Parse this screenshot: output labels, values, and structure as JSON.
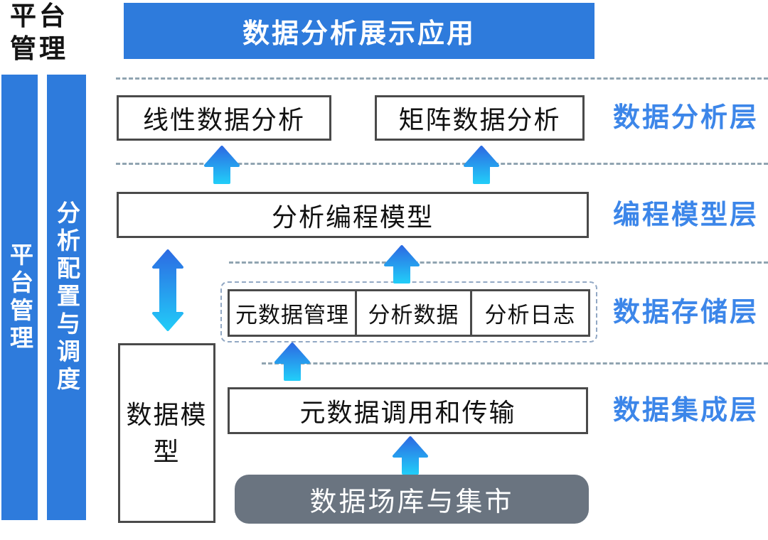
{
  "corner_label": "平台管理",
  "banner_title": "数据分析展示应用",
  "sidebar": {
    "platform_bar": "平台管理",
    "config_bar": "分析配置与调度"
  },
  "layers": {
    "analysis": {
      "label": "数据分析层",
      "box_linear": "线性数据分析",
      "box_matrix": "矩阵数据分析"
    },
    "programming": {
      "label": "编程模型层",
      "box": "分析编程模型"
    },
    "storage": {
      "label": "数据存储层",
      "cells": [
        "元数据管理",
        "分析数据",
        "分析日志"
      ]
    },
    "integration": {
      "label": "数据集成层",
      "box": "元数据调用和传输"
    }
  },
  "side_box": "数据模型",
  "source_box": "数据场库与集市",
  "icons": {
    "up_arrow": "up-arrow",
    "double_arrow": "double-headed-vertical-arrow"
  },
  "colors": {
    "primary_blue": "#2E7BDC",
    "label_blue": "#3C86E9",
    "arrow_gradient_top": "#2C6CE3",
    "arrow_gradient_bottom": "#22CBF8",
    "slate_gray_box": "#6A7480",
    "box_border": "#4A4A4A",
    "dashed_line": "#90A4B1",
    "dashed_container_border": "#92A8C4"
  }
}
